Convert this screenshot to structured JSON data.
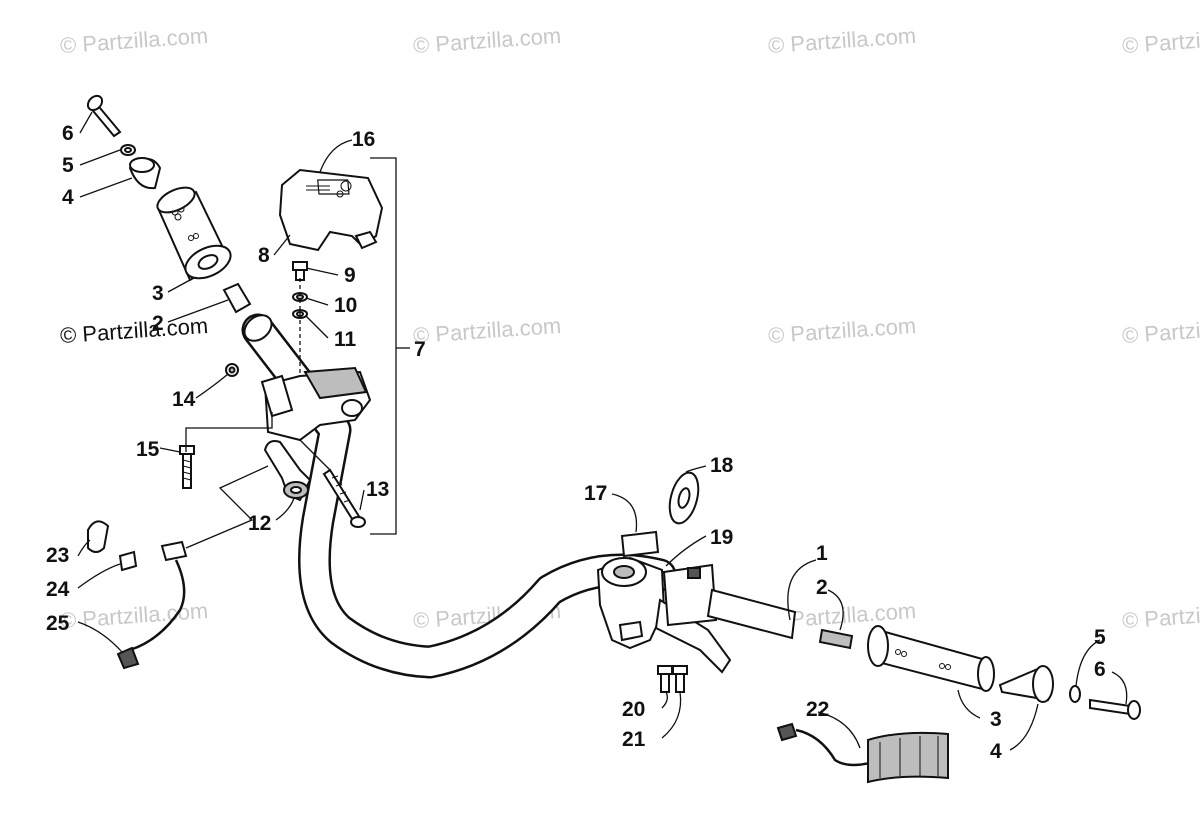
{
  "watermarks": [
    "© Partzilla.com",
    "© Partzilla.com",
    "© Partzilla.com",
    "© Partzilla.com",
    "© Partzilla.com",
    "© Partzilla.com",
    "© Partzilla.com",
    "© Partzilla.com",
    "© Partzilla.com",
    "© Partzilla.com",
    "© Partzilla.com",
    "© Partzilla.com"
  ],
  "callouts": {
    "c1": "1",
    "c2a": "2",
    "c2b": "2",
    "c3a": "3",
    "c3b": "3",
    "c4a": "4",
    "c4b": "4",
    "c5a": "5",
    "c5b": "5",
    "c6a": "6",
    "c6b": "6",
    "c7": "7",
    "c8": "8",
    "c9": "9",
    "c10": "10",
    "c11": "11",
    "c12": "12",
    "c13": "13",
    "c14": "14",
    "c15": "15",
    "c16": "16",
    "c17": "17",
    "c18": "18",
    "c19": "19",
    "c20": "20",
    "c21": "21",
    "c22": "22",
    "c23": "23",
    "c24": "24",
    "c25": "25"
  }
}
